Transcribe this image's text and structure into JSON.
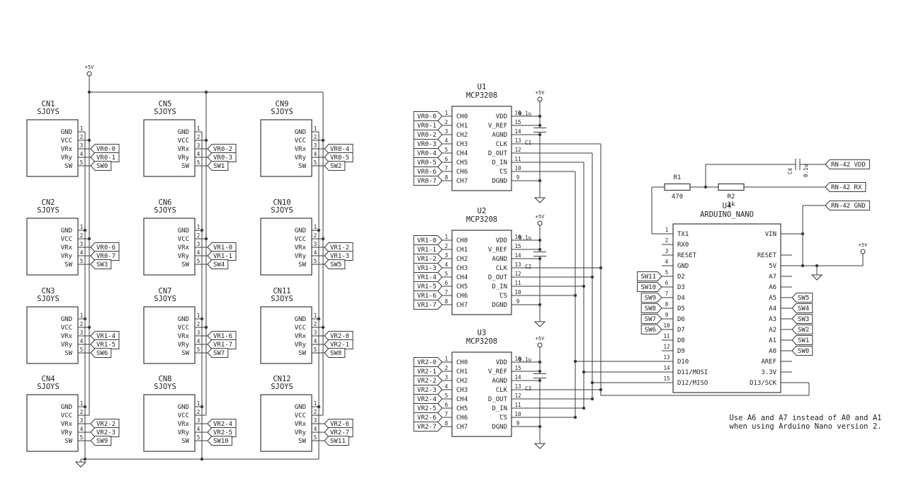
{
  "power": {
    "plus5v": "+5V"
  },
  "connector_value": "SJOYS",
  "connector_pin_names": [
    "GND",
    "VCC",
    "VRx",
    "VRy",
    "SW"
  ],
  "connector_pin_numbers": [
    "1",
    "2",
    "3",
    "4",
    "5"
  ],
  "connectors": [
    {
      "ref": "CN1",
      "flags": [
        "VR0-0",
        "VR0-1",
        "SW0"
      ]
    },
    {
      "ref": "CN2",
      "flags": [
        "VR0-6",
        "VR0-7",
        "SW3"
      ]
    },
    {
      "ref": "CN3",
      "flags": [
        "VR1-4",
        "VR1-5",
        "SW6"
      ]
    },
    {
      "ref": "CN4",
      "flags": [
        "VR2-2",
        "VR2-3",
        "SW9"
      ]
    },
    {
      "ref": "CN5",
      "flags": [
        "VR0-2",
        "VR0-3",
        "SW1"
      ]
    },
    {
      "ref": "CN6",
      "flags": [
        "VR1-0",
        "VR1-1",
        "SW4"
      ]
    },
    {
      "ref": "CN7",
      "flags": [
        "VR1-6",
        "VR1-7",
        "SW7"
      ]
    },
    {
      "ref": "CN8",
      "flags": [
        "VR2-4",
        "VR2-5",
        "SW10"
      ]
    },
    {
      "ref": "CN9",
      "flags": [
        "VR0-4",
        "VR0-5",
        "SW2"
      ]
    },
    {
      "ref": "CN10",
      "flags": [
        "VR1-2",
        "VR1-3",
        "SW5"
      ]
    },
    {
      "ref": "CN11",
      "flags": [
        "VR2-0",
        "VR2-1",
        "SW8"
      ]
    },
    {
      "ref": "CN12",
      "flags": [
        "VR2-6",
        "VR2-7",
        "SW11"
      ]
    }
  ],
  "adc_value": "MCP3208",
  "adc_left_pins": [
    {
      "name": "CH0",
      "num": "1"
    },
    {
      "name": "CH1",
      "num": "2"
    },
    {
      "name": "CH2",
      "num": "3"
    },
    {
      "name": "CH3",
      "num": "4"
    },
    {
      "name": "CH4",
      "num": "5"
    },
    {
      "name": "CH5",
      "num": "6"
    },
    {
      "name": "CH6",
      "num": "7"
    },
    {
      "name": "CH7",
      "num": "8"
    }
  ],
  "adc_right_pins": [
    {
      "name": "VDD",
      "num": "16"
    },
    {
      "name": "V_REF",
      "num": "15"
    },
    {
      "name": "AGND",
      "num": "14"
    },
    {
      "name": "CLK",
      "num": "13"
    },
    {
      "name": "D_OUT",
      "num": "12"
    },
    {
      "name": "D_IN",
      "num": "11"
    },
    {
      "name": "CS",
      "num": "10",
      "overline": true
    },
    {
      "name": "DGND",
      "num": "9"
    }
  ],
  "adcs": [
    {
      "ref": "U1",
      "cap": {
        "ref": "C1",
        "value": "0.1u"
      },
      "flags": [
        "VR0-0",
        "VR0-1",
        "VR0-2",
        "VR0-3",
        "VR0-4",
        "VR0-5",
        "VR0-6",
        "VR0-7"
      ]
    },
    {
      "ref": "U2",
      "cap": {
        "ref": "C2",
        "value": "0.1u"
      },
      "flags": [
        "VR1-0",
        "VR1-1",
        "VR1-2",
        "VR1-3",
        "VR1-4",
        "VR1-5",
        "VR1-6",
        "VR1-7"
      ]
    },
    {
      "ref": "U3",
      "cap": {
        "ref": "C3",
        "value": "0.1u"
      },
      "flags": [
        "VR2-0",
        "VR2-1",
        "VR2-2",
        "VR2-3",
        "VR2-4",
        "VR2-5",
        "VR2-6",
        "VR2-7"
      ]
    }
  ],
  "arduino": {
    "ref": "U4",
    "value": "ARDUINO_NANO",
    "left_pins": [
      {
        "num": "1",
        "name": "TX1"
      },
      {
        "num": "2",
        "name": "RX0"
      },
      {
        "num": "3",
        "name": "RESET"
      },
      {
        "num": "4",
        "name": "GND"
      },
      {
        "num": "5",
        "name": "D2"
      },
      {
        "num": "6",
        "name": "D3"
      },
      {
        "num": "7",
        "name": "D4"
      },
      {
        "num": "8",
        "name": "D5"
      },
      {
        "num": "9",
        "name": "D6"
      },
      {
        "num": "10",
        "name": "D7"
      },
      {
        "num": "11",
        "name": "D8"
      },
      {
        "num": "12",
        "name": "D9"
      },
      {
        "num": "13",
        "name": "D10"
      },
      {
        "num": "14",
        "name": "D11/MOSI"
      },
      {
        "num": "15",
        "name": "D12/MISO"
      }
    ],
    "right_pins": [
      "VIN",
      "",
      "RESET",
      "5V",
      "A7",
      "A6",
      "A5",
      "A4",
      "A3",
      "A2",
      "A1",
      "A0",
      "AREF",
      "3.3V",
      "D13/SCK"
    ],
    "left_flags": [
      "SW11",
      "SW10",
      "SW9",
      "SW8",
      "SW7",
      "SW6"
    ],
    "right_flags": [
      "SW5",
      "SW4",
      "SW3",
      "SW2",
      "SW1",
      "SW0"
    ]
  },
  "resistors": [
    {
      "ref": "R1",
      "value": "470"
    },
    {
      "ref": "R2",
      "value": "1k"
    }
  ],
  "cap4": {
    "ref": "C4",
    "value": "0.1u"
  },
  "rn42_flags": [
    "RN-42 VDD",
    "RN-42 RX",
    "RN-42 GND"
  ],
  "note": {
    "line1": "Use A6 and A7 instead of A0 and A1",
    "line2": "when using Arduino Nano version 2."
  }
}
